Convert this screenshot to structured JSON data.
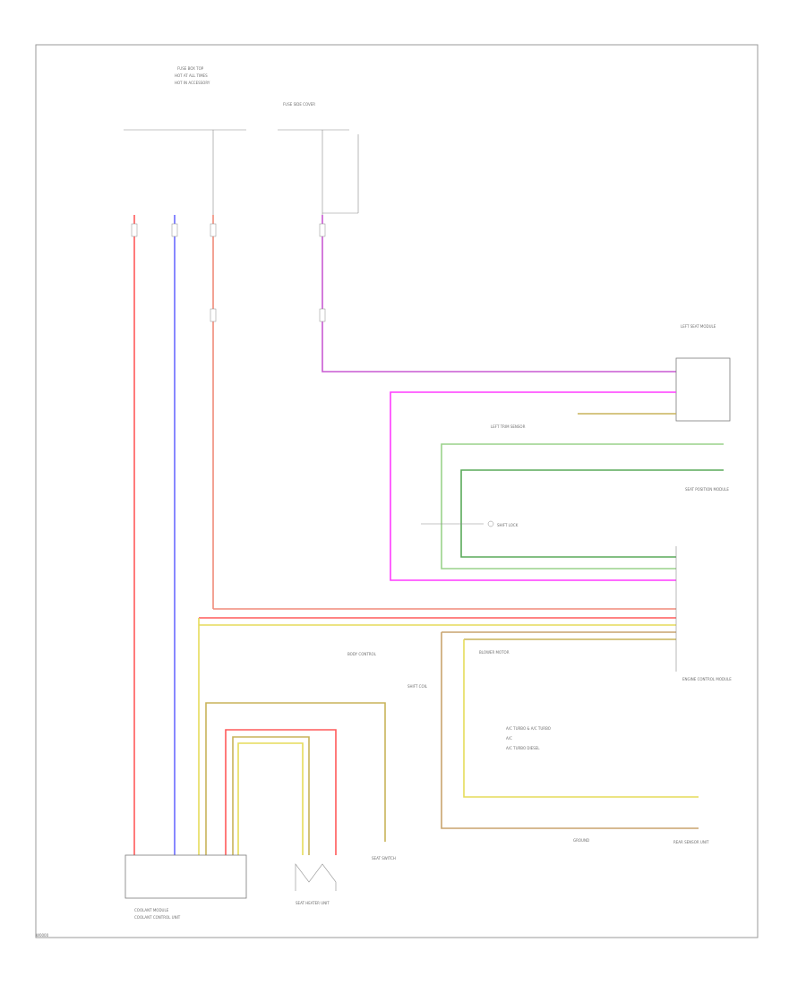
{
  "colors": {
    "red": "#ff5a5a",
    "blue": "#6b6bff",
    "pink_orange": "#f08a7a",
    "purple": "#c85ad2",
    "magenta": "#ff3cff",
    "green": "#5aaa5a",
    "light_green": "#9ad28a",
    "olive": "#c8b45a",
    "yellow": "#e6dc5a",
    "tan": "#c8a46e",
    "gray": "#8a8a8a"
  },
  "footer_id": "W0000",
  "components": {
    "fuse_box_top": "FUSE BOX TOP",
    "hot_at_all_times": "HOT AT ALL TIMES",
    "hot_in_accessory": "HOT IN ACCESSORY",
    "fuse_side_cover": "FUSE SIDE COVER",
    "left_seat_module": "LEFT SEAT MODULE",
    "left_trim_sensor": "LEFT TRIM SENSOR",
    "seat_position_module": "SEAT POSITION MODULE",
    "engine_control_module": "ENGINE CONTROL MODULE",
    "blower_motor": "BLOWER MOTOR",
    "shift_lock": "SHIFT LOCK",
    "body_control": "BODY CONTROL",
    "ground": "GROUND",
    "rear_sensor_unit": "REAR SENSOR UNIT",
    "coolant_module": "COOLANT MODULE",
    "coolant_control_unit": "COOLANT CONTROL UNIT",
    "seat_heater_unit": "SEAT HEATER UNIT",
    "seat_switch": "SEAT SWITCH",
    "shift_coil": "SHIFT COIL"
  },
  "legend": [
    "A/C TURBO & A/C TURBO",
    "A/C",
    "A/C TURBO DIESEL"
  ]
}
